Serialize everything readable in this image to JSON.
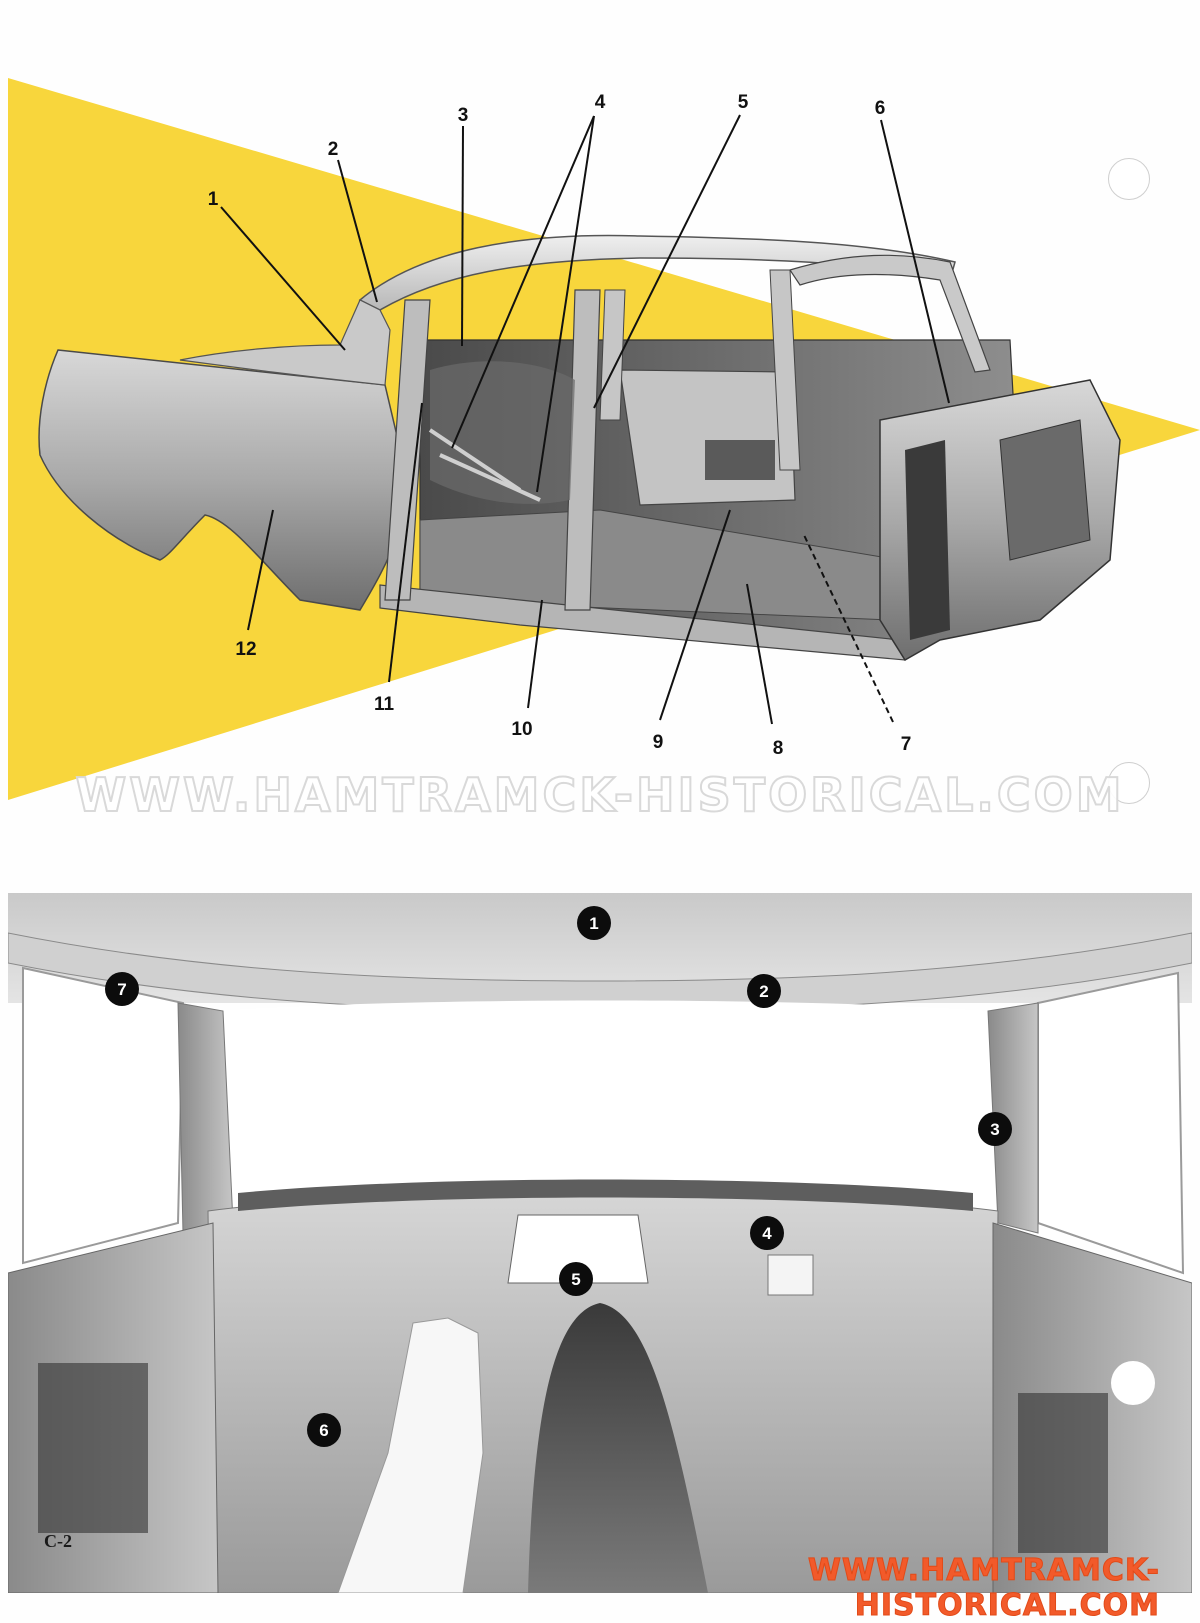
{
  "top_figure": {
    "callouts": [
      "1",
      "2",
      "3",
      "4",
      "5",
      "6",
      "7",
      "8",
      "9",
      "10",
      "11",
      "12"
    ],
    "accent_color": "#f8d63c"
  },
  "bottom_figure": {
    "callouts": [
      "1",
      "2",
      "3",
      "4",
      "5",
      "6",
      "7"
    ]
  },
  "watermark_mid": "WWW.HAMTRAMCK-HISTORICAL.COM",
  "watermark_bottom": "WWW.HAMTRAMCK-HISTORICAL.COM",
  "page_id": "C-2"
}
